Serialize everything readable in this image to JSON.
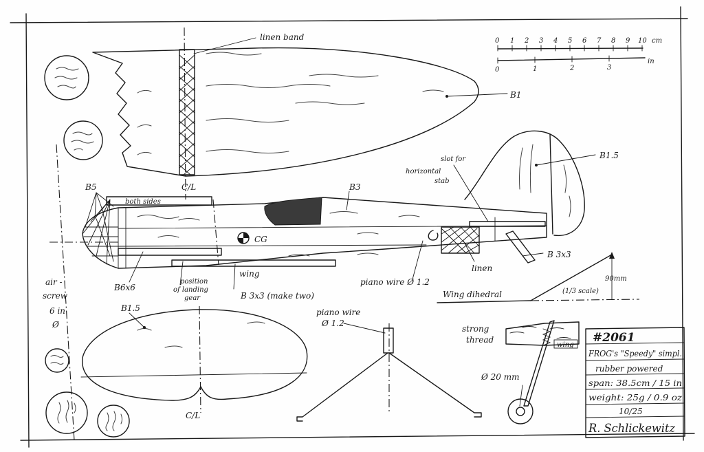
{
  "labels": {
    "linen_band": "linen band",
    "b1": "B1",
    "b15_top": "B1.5",
    "slot_for": "slot for",
    "horizontal": "horizontal",
    "stab": "stab",
    "b3_fuselage": "B3",
    "b5": "B5",
    "both_sides": "both sides",
    "cl_top": "C/L",
    "cg": "CG",
    "b6x6": "B6x6",
    "position_line1": "position",
    "position_line2": "of landing",
    "position_line3": "gear",
    "wing_small": "wing",
    "b3x3_make_two": "B 3x3 (make two)",
    "piano_wire_1": "piano wire Ø 1.2",
    "linen": "linen",
    "b3x3": "B 3x3",
    "wing_dihedral": "Wing dihedral",
    "one_third_scale": "(1/3 scale)",
    "dihedral_mm": "90mm",
    "airscrew_1": "air -",
    "airscrew_2": "screw",
    "airscrew_3": "6 in",
    "airscrew_4": "Ø",
    "b15_bottom": "B1.5",
    "cl_bottom": "C/L",
    "piano_wire_2a": "piano wire",
    "piano_wire_2b": "Ø 1.2",
    "strong_1": "strong",
    "strong_2": "thread",
    "wing_tag": "wing",
    "wheel_dia": "Ø 20 mm"
  },
  "scale": {
    "cm_ticks": [
      "0",
      "1",
      "2",
      "3",
      "4",
      "5",
      "6",
      "7",
      "8",
      "9",
      "10"
    ],
    "cm_unit": "cm",
    "in_ticks": [
      "0",
      "1",
      "2",
      "3"
    ],
    "in_unit": "in"
  },
  "title_block": {
    "number": "#2061",
    "name": "FROG's \"Speedy\" simpl.",
    "type": "rubber powered",
    "span": "span: 38.5cm / 15 in",
    "weight": "weight: 25g / 0.9 oz",
    "date": "10/25",
    "signature": "R. Schlickewitz"
  }
}
